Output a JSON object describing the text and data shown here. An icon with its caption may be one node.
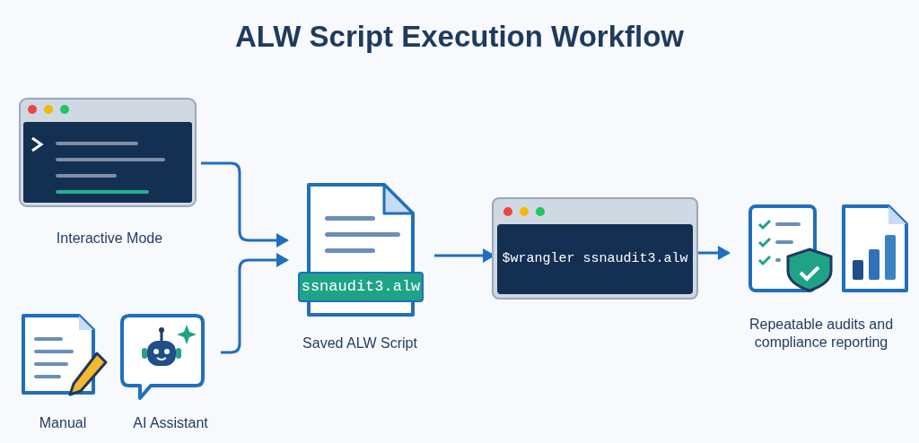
{
  "diagram": {
    "title": "ALW Script Execution Workflow",
    "nodes": [
      {
        "text": [
          "Interactive Mode"
        ]
      },
      {
        "text": [
          "Manual"
        ]
      },
      {
        "text": [
          "AI Assistant"
        ]
      },
      {
        "text": [
          "ssnaudit3.alw",
          "Saved ALW Script"
        ]
      },
      {
        "text": [
          "$wrangler ssnaudit3.alw"
        ]
      },
      {
        "text": [
          "Repeatable audits and compliance reporting"
        ]
      }
    ],
    "edges": [
      {
        "from": 0,
        "to": 3,
        "arrow": "to"
      },
      {
        "from": 2,
        "to": 3,
        "arrow": "to"
      },
      {
        "from": 3,
        "to": 4,
        "arrow": "to"
      },
      {
        "from": 4,
        "to": 5,
        "arrow": "to"
      }
    ]
  }
}
